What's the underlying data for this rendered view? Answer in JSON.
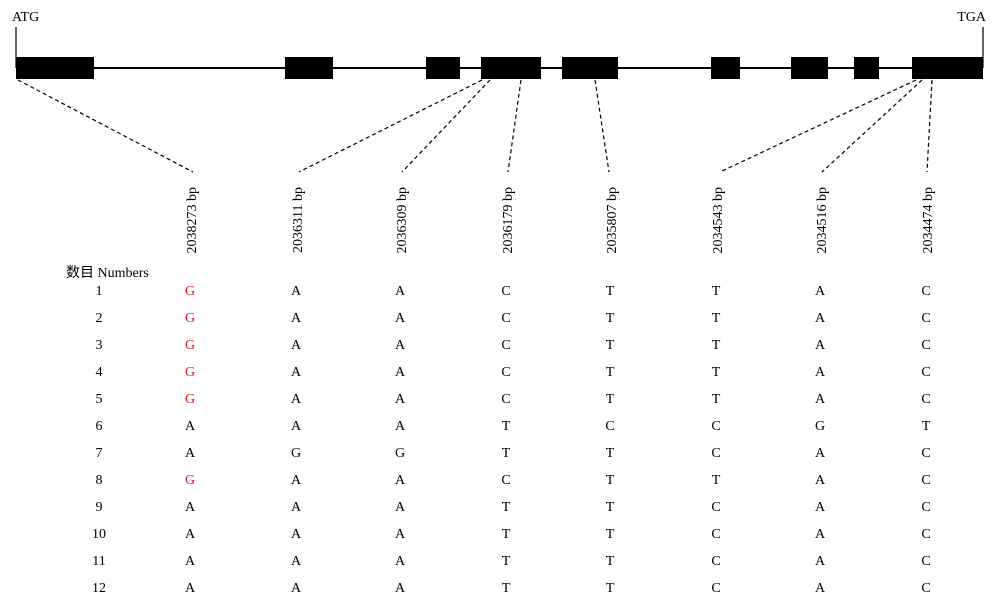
{
  "gene": {
    "start_label": "ATG",
    "end_label": "TGA"
  },
  "table": {
    "row_header": "数目 Numbers",
    "positions": [
      "2038273 bp",
      "2036311 bp",
      "2036309 bp",
      "2036179 bp",
      "2035807 bp",
      "2034543 bp",
      "2034516 bp",
      "2034474 bp"
    ],
    "rows": [
      {
        "number": "1",
        "bases": [
          "G",
          "A",
          "A",
          "C",
          "T",
          "T",
          "A",
          "C"
        ]
      },
      {
        "number": "2",
        "bases": [
          "G",
          "A",
          "A",
          "C",
          "T",
          "T",
          "A",
          "C"
        ]
      },
      {
        "number": "3",
        "bases": [
          "G",
          "A",
          "A",
          "C",
          "T",
          "T",
          "A",
          "C"
        ]
      },
      {
        "number": "4",
        "bases": [
          "G",
          "A",
          "A",
          "C",
          "T",
          "T",
          "A",
          "C"
        ]
      },
      {
        "number": "5",
        "bases": [
          "G",
          "A",
          "A",
          "C",
          "T",
          "T",
          "A",
          "C"
        ]
      },
      {
        "number": "6",
        "bases": [
          "A",
          "A",
          "A",
          "T",
          "C",
          "C",
          "G",
          "T"
        ]
      },
      {
        "number": "7",
        "bases": [
          "A",
          "G",
          "G",
          "T",
          "T",
          "C",
          "A",
          "C"
        ]
      },
      {
        "number": "8",
        "bases": [
          "G",
          "A",
          "A",
          "C",
          "T",
          "T",
          "A",
          "C"
        ]
      },
      {
        "number": "9",
        "bases": [
          "A",
          "A",
          "A",
          "T",
          "T",
          "C",
          "A",
          "C"
        ]
      },
      {
        "number": "10",
        "bases": [
          "A",
          "A",
          "A",
          "T",
          "T",
          "C",
          "A",
          "C"
        ]
      },
      {
        "number": "11",
        "bases": [
          "A",
          "A",
          "A",
          "T",
          "T",
          "C",
          "A",
          "C"
        ]
      },
      {
        "number": "12",
        "bases": [
          "A",
          "A",
          "A",
          "T",
          "T",
          "C",
          "A",
          "C"
        ]
      }
    ]
  },
  "colors": {
    "highlight": "#e8141b",
    "text": "#000000"
  }
}
